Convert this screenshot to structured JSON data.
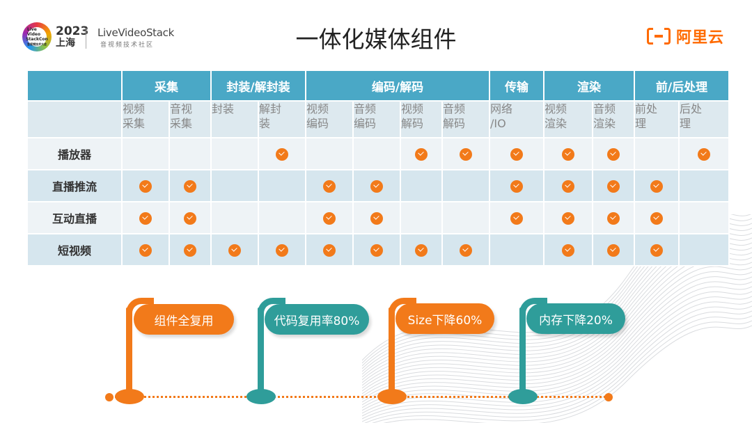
{
  "header": {
    "conf_logo_text": [
      "Live Video",
      "StackCon",
      "音视频技术大会"
    ],
    "conf_year": "2023",
    "conf_city": "上海",
    "lvs_name": "LiveVideoStack",
    "lvs_sub": "音视频技术社区",
    "title": "一体化媒体组件",
    "brand": "阿里云"
  },
  "colors": {
    "accent_orange": "#f27a1a",
    "teal": "#2f9d9a",
    "header_blue": "#4aa8c6"
  },
  "table": {
    "categories": [
      "采集",
      "封装/解封装",
      "编码/解码",
      "传输",
      "渲染",
      "前/后处理"
    ],
    "subheaders": [
      [
        "视频",
        "采集"
      ],
      [
        "音视",
        "采集"
      ],
      [
        "封装"
      ],
      [
        "解封",
        "装"
      ],
      [
        "视频",
        "编码"
      ],
      [
        "音频",
        "编码"
      ],
      [
        "视频",
        "解码"
      ],
      [
        "音频",
        "解码"
      ],
      [
        "网络",
        "/IO"
      ],
      [
        "视频",
        "渲染"
      ],
      [
        "音频",
        "渲染"
      ],
      [
        "前处",
        "理"
      ],
      [
        "后处",
        "理"
      ]
    ],
    "rows": [
      {
        "label": "播放器",
        "checks": [
          0,
          0,
          0,
          1,
          0,
          0,
          1,
          1,
          1,
          1,
          1,
          0,
          1
        ]
      },
      {
        "label": "直播推流",
        "checks": [
          1,
          1,
          0,
          0,
          1,
          1,
          0,
          0,
          1,
          1,
          1,
          1,
          0
        ]
      },
      {
        "label": "互动直播",
        "checks": [
          1,
          1,
          0,
          0,
          1,
          1,
          0,
          0,
          1,
          1,
          1,
          1,
          0
        ]
      },
      {
        "label": "短视频",
        "checks": [
          1,
          1,
          1,
          1,
          1,
          1,
          1,
          1,
          0,
          1,
          1,
          1,
          0
        ]
      }
    ]
  },
  "milestones": [
    {
      "label": "组件全复用",
      "color": "orange"
    },
    {
      "label": "代码复用率80%",
      "color": "teal"
    },
    {
      "label": "Size下降60%",
      "color": "orange"
    },
    {
      "label": "内存下降20%",
      "color": "teal"
    }
  ]
}
